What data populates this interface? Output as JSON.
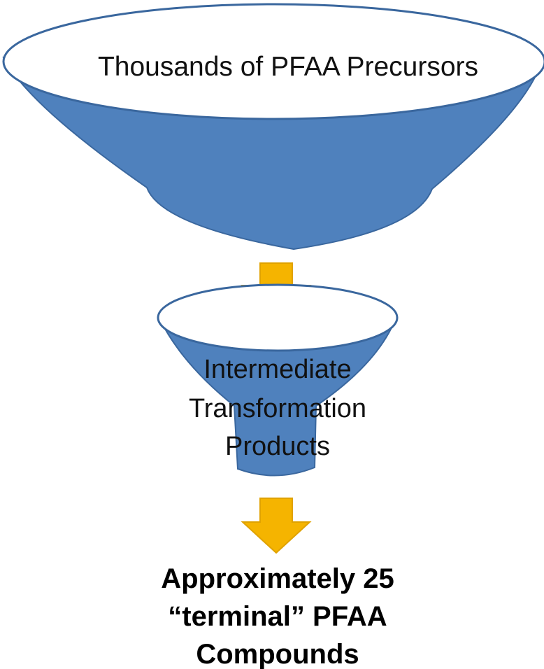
{
  "stages": [
    {
      "name": "precursors",
      "lines": [
        "Thousands of PFAA Precursors"
      ]
    },
    {
      "name": "intermediates",
      "lines": [
        "Intermediate",
        "Transformation",
        "Products"
      ]
    },
    {
      "name": "terminal",
      "lines": [
        "Approximately 25",
        "“terminal” PFAA",
        "Compounds"
      ]
    }
  ],
  "colors": {
    "funnel_fill": "#4f81bd",
    "funnel_stroke": "#3a679e",
    "funnel_mouth": "#ffffff",
    "arrow_fill": "#f5b400",
    "arrow_stroke": "#e0a200",
    "text": "#111111"
  }
}
